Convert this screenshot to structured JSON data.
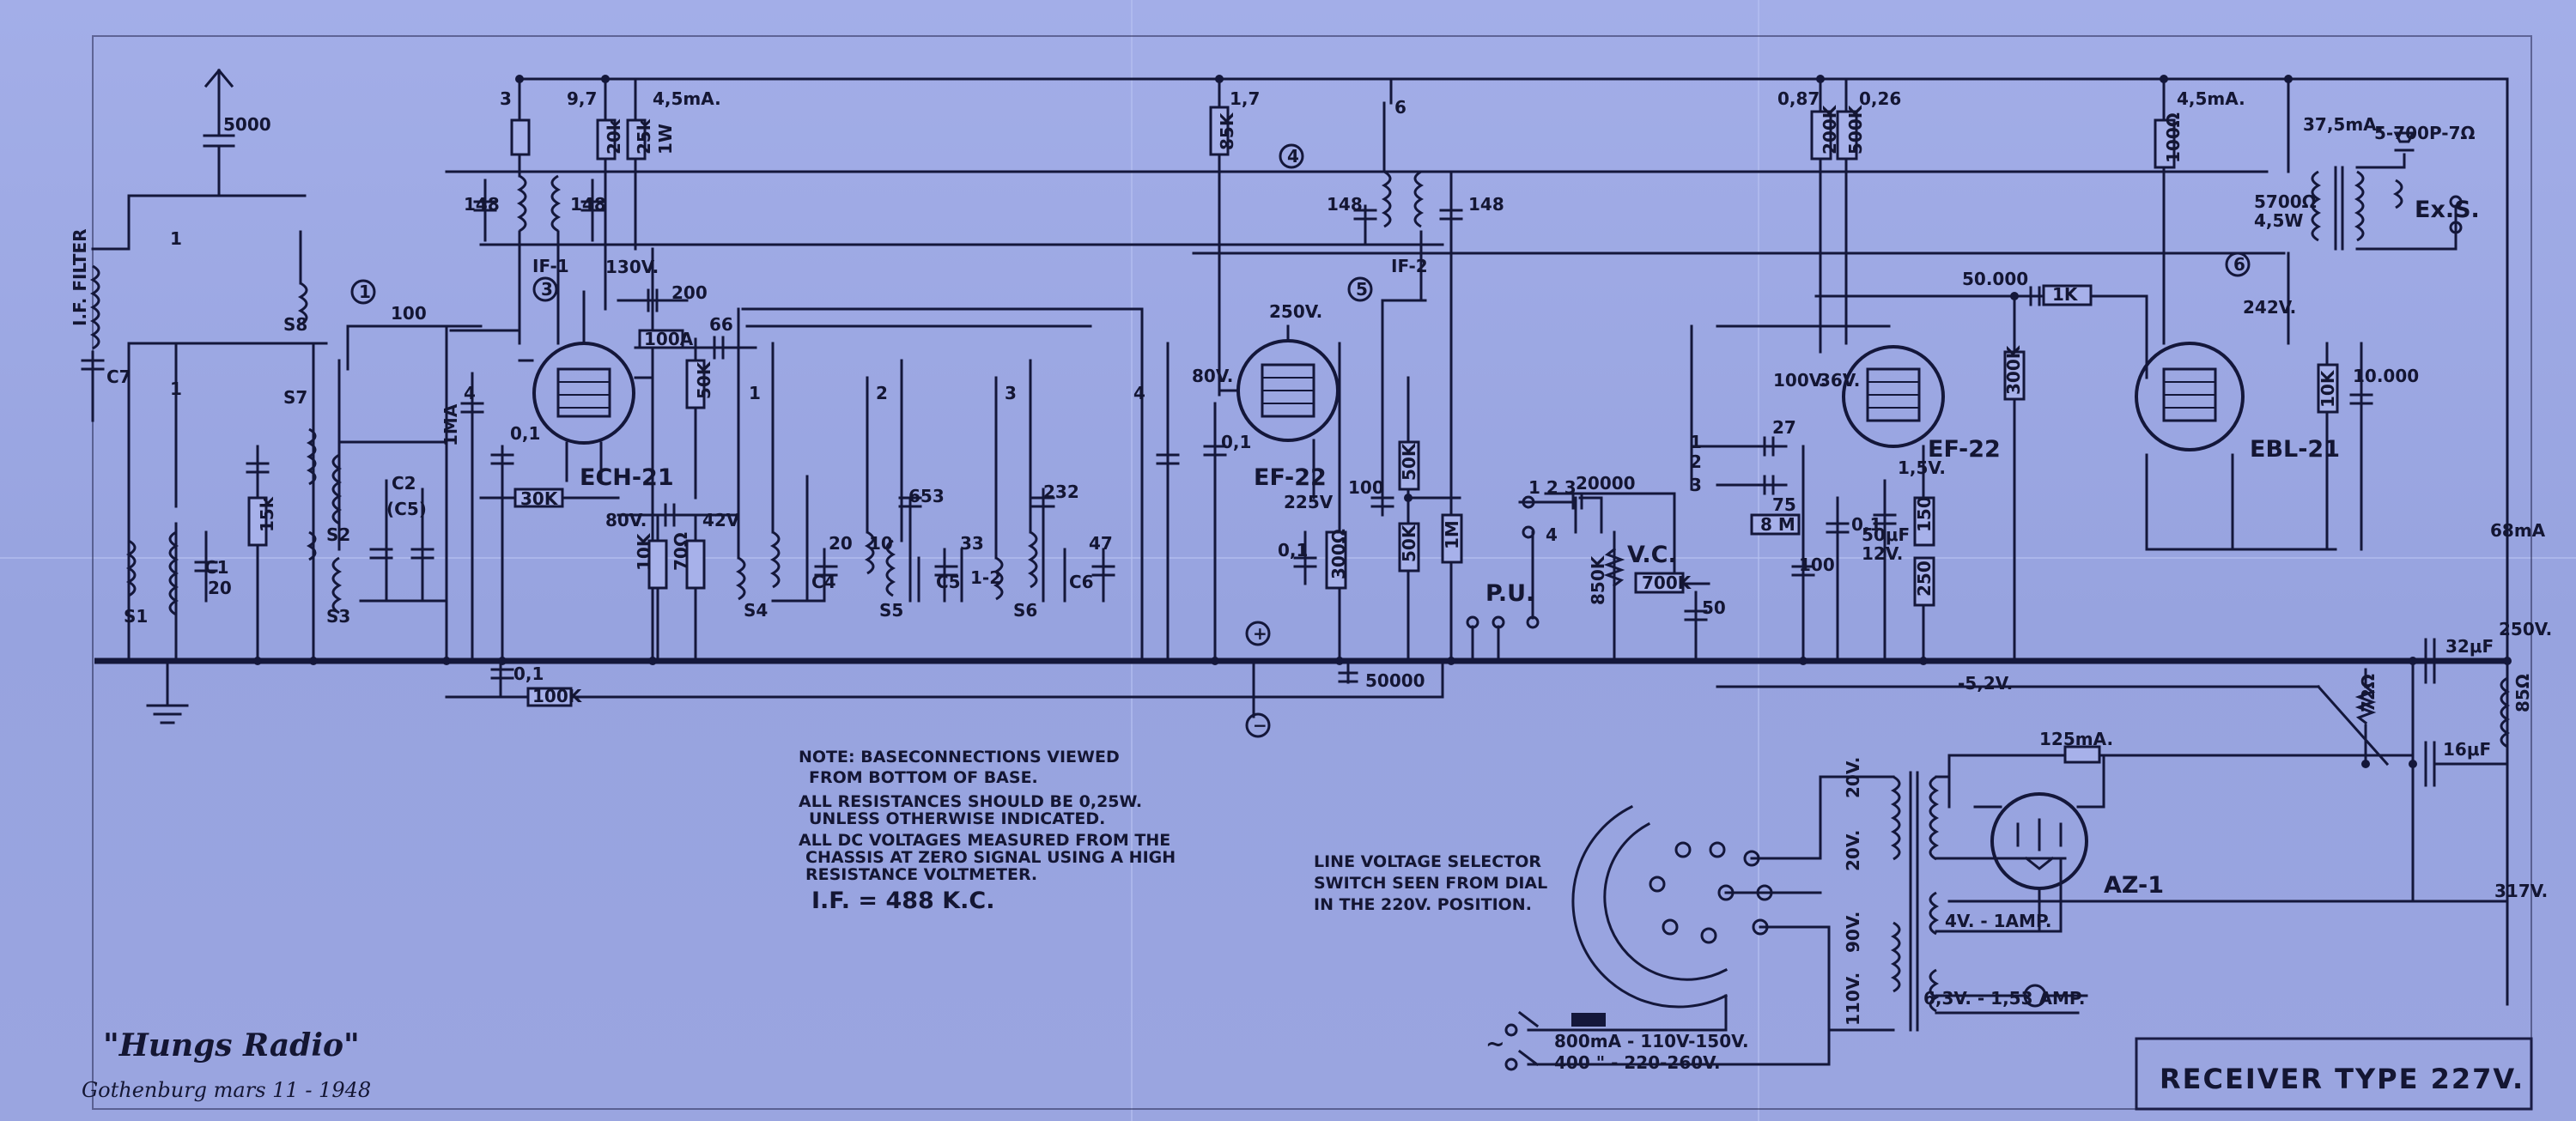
{
  "title": "RECEIVER TYPE 227V.",
  "signature": {
    "maker": "\"Hungs Radio\"",
    "place_date": "Gothenburg mars 11 - 1948"
  },
  "notes": {
    "line1": "NOTE: BASECONNECTIONS VIEWED",
    "line2": "FROM BOTTOM OF BASE.",
    "line3": "ALL RESISTANCES SHOULD BE 0,25W.",
    "line4": "UNLESS OTHERWISE INDICATED.",
    "line5": "ALL DC VOLTAGES MEASURED FROM THE",
    "line6": "CHASSIS AT ZERO SIGNAL USING A HIGH",
    "line7": "RESISTANCE VOLTMETER.",
    "if_freq": "I.F. = 488 K.C."
  },
  "selector_note": {
    "line1": "LINE VOLTAGE SELECTOR",
    "line2": "SWITCH SEEN FROM DIAL",
    "line3": "IN THE 220V. POSITION."
  },
  "tubes": {
    "mixer": "ECH-21",
    "if_amp": "EF-22",
    "af_amp": "EF-22",
    "output": "EBL-21",
    "rectifier": "AZ-1"
  },
  "labels": {
    "if_filter": "I.F. FILTER",
    "c7": "C7",
    "ant_cap": "5000",
    "s1": "S1",
    "c1": "C1",
    "c1v": "20",
    "s2": "S2",
    "s3": "S3",
    "s4": "S4",
    "s5": "S5",
    "s6": "S6",
    "s7": "S7",
    "s8": "S8",
    "c2": "C2",
    "c5lbl": "(C5)",
    "r15k": "15k",
    "r1m": "1MA",
    "c100": "100",
    "if1": "IF-1",
    "if2": "IF-2",
    "v130": "130V.",
    "c200": "200",
    "r100a": "100A",
    "r30k": "30K",
    "r50k": "50K",
    "c66": "66",
    "v80": "80V.",
    "v42": "42V",
    "r10k": "10K",
    "r70": "70Ω",
    "c01a": "0,1",
    "c653": "653",
    "c232": "232",
    "c10": "10",
    "c33": "33",
    "c12": "1-2",
    "c20": "20",
    "c47": "47",
    "c6": "C6",
    "c5": "C5",
    "c4": "C4",
    "top3": "3",
    "top97": "9,7",
    "top45": "4,5mA.",
    "top17": "1,7",
    "top6": "6",
    "top087": "0,87",
    "top026": "0,26",
    "top45b": "4,5mA.",
    "top375": "37,5mA.",
    "r20k": "20k",
    "r25k": "25k",
    "r1w": "1W",
    "r85k": "85K",
    "r200k": "200K",
    "r500k": "500K",
    "r100ohm": "100Ω",
    "c148": "148",
    "c148b": "148",
    "c148c": "148",
    "c148d": "148",
    "v250": "250V.",
    "v80b": "80V.",
    "v225": "225V",
    "c01b": "0,1",
    "c01c": "0,1",
    "r300": "300Ω",
    "c100b": "100",
    "r50ka": "50K",
    "r50kb": "50K",
    "r1m2": "1M",
    "c20000": "20000",
    "vc": "V.C.",
    "r700k": "700K",
    "r850k": "850K",
    "c50": "50",
    "pu": "P.U.",
    "sw1": "1",
    "sw2": "2",
    "sw3": "3",
    "sw4": "4",
    "sw123": "1 2 3",
    "c27": "27",
    "c75": "75",
    "r8m": "8 M",
    "v100": "100V.",
    "v36": "36V.",
    "v15": "1,5V.",
    "c50uf": "50μF",
    "v12": "12V.",
    "r150": "150",
    "r250": "250",
    "c100c": "100",
    "c50000a": "50.000",
    "r1k": "1K",
    "r300k": "300K",
    "r10k2": "10K",
    "c10000": "10.000",
    "v242": "242V.",
    "spk": "5-700P-7Ω",
    "r5700": "5700Ω",
    "r45w": "4,5W",
    "exs": "Ex.S.",
    "m68": "68mA",
    "c32uf": "32μF",
    "v250b": "250V.",
    "r72": "72Ω",
    "r85ohm": "85Ω",
    "c16uf": "16μF",
    "v52": "-5,2V.",
    "ma125": "125mA.",
    "v317": "317V.",
    "c01d": "0,1",
    "r100k": "100K",
    "c50000": "50000",
    "tap20a": "20V.",
    "tap20b": "20V.",
    "tap90": "90V.",
    "tap110": "110V.",
    "sec4": "4V. - 1AMP.",
    "sec63": "6,3V. - 1,53 AMP.",
    "fuse1": "800mA - 110V-150V.",
    "fuse2": "400 \" - 220-260V.",
    "n1": "1",
    "n2": "2",
    "n3": "3",
    "n4": "4",
    "n5": "5",
    "n6": "6",
    "plus": "+",
    "minus": "−",
    "ac": "~"
  }
}
